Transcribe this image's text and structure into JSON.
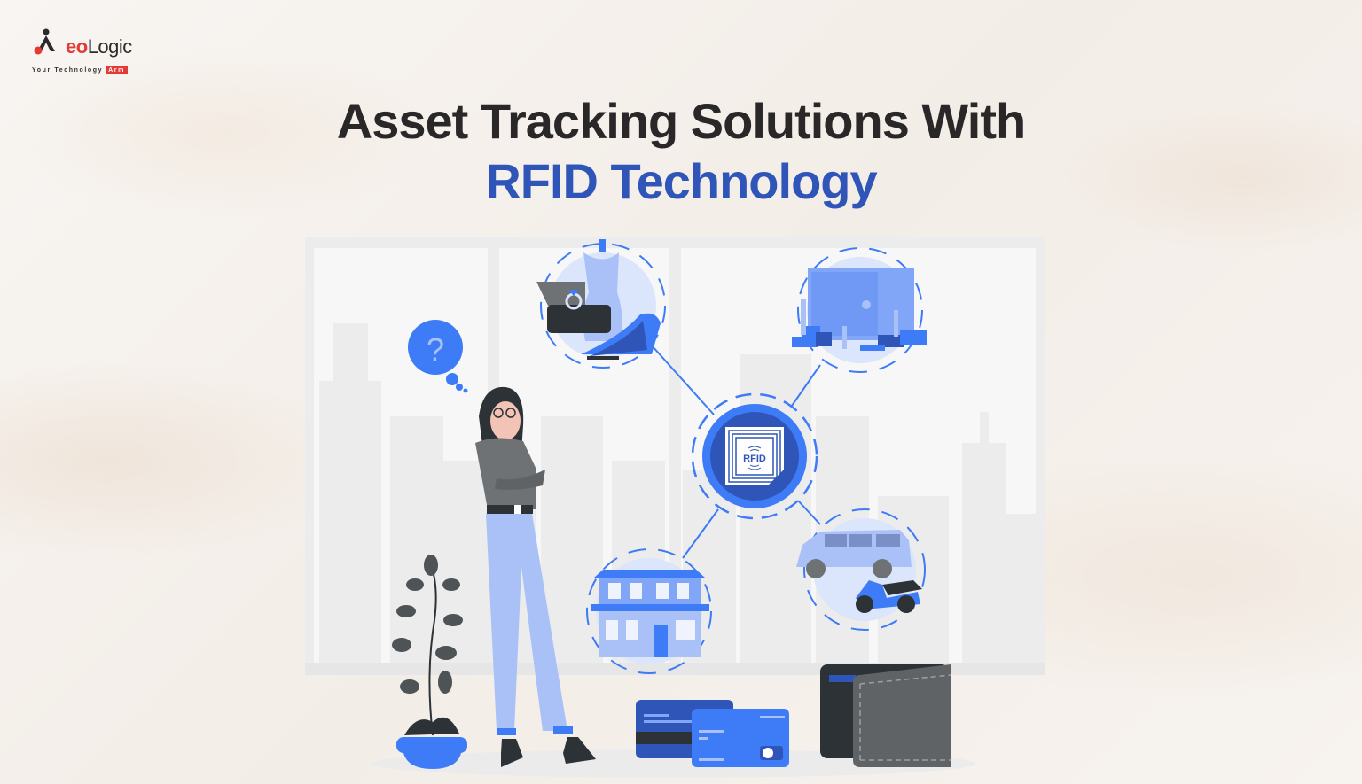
{
  "brand": {
    "name_prefix": "A",
    "name_accent": "eo",
    "name_suffix": "Logic",
    "tagline": "Your Technology",
    "tagline_badge": "Arm",
    "accent_color": "#e53935"
  },
  "headline": {
    "line1": "Asset Tracking Solutions With",
    "line2": "RFID Technology",
    "line1_color": "#2a2729",
    "line2_color": "#2f55b8"
  },
  "illustration": {
    "hub_label": "RFID",
    "thought_bubble_symbol": "?",
    "nodes": [
      {
        "id": "fashion-jewelry",
        "icons": [
          "dress-icon",
          "ring-box-icon",
          "heels-icon"
        ]
      },
      {
        "id": "warehouse-inventory",
        "icons": [
          "safe-icon",
          "coin-stacks-icon"
        ]
      },
      {
        "id": "vehicles",
        "icons": [
          "car-icon",
          "scooter-icon"
        ]
      },
      {
        "id": "real-estate",
        "icons": [
          "house-icon"
        ]
      }
    ],
    "foreground_items": [
      "credit-cards-icon",
      "wallet-icon",
      "plant-icon",
      "person-thinking"
    ],
    "colors": {
      "primary_blue": "#3d7bf7",
      "dark_blue": "#2f55b8",
      "light_blue": "#a9c1f7",
      "circle_bg": "#dbe5fb",
      "dark_gray": "#2d3236",
      "mid_gray": "#6e7275",
      "bg_gray": "#eeeeee"
    }
  }
}
